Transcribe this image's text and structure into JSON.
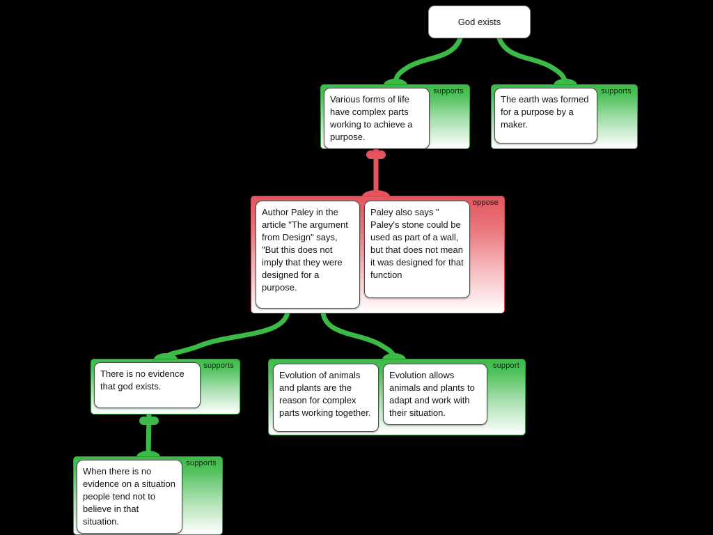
{
  "diagram_type": "argument-map",
  "colors": {
    "background": "#000000",
    "support_green": "#3cba48",
    "oppose_red": "#e4555e",
    "card_white": "#ffffff"
  },
  "root": {
    "text": "God exists"
  },
  "groups": {
    "various": {
      "label": "supports",
      "card": "Various forms of life have complex parts working to achieve a purpose."
    },
    "earth": {
      "label": "supports",
      "card": "The earth was formed for a purpose by a maker."
    },
    "oppose": {
      "label": "oppose",
      "card1": "Author Paley in the article \"The argument from Design\" says, \"But this does not imply that they were designed for a purpose.",
      "card2": "Paley also says \" Paley's stone could be used as part of a wall, but that does not mean it was designed for that function"
    },
    "no_evidence": {
      "label": "supports",
      "card": "There is no evidence that god exists."
    },
    "evolution": {
      "label": "support",
      "card1": "Evolution of animals and plants are the reason for complex parts working together.",
      "card2": "Evolution allows animals and plants to adapt and work with their situation."
    },
    "belief": {
      "label": "supports",
      "card": "When there is no evidence on a situation people tend not to believe in that situation."
    }
  }
}
